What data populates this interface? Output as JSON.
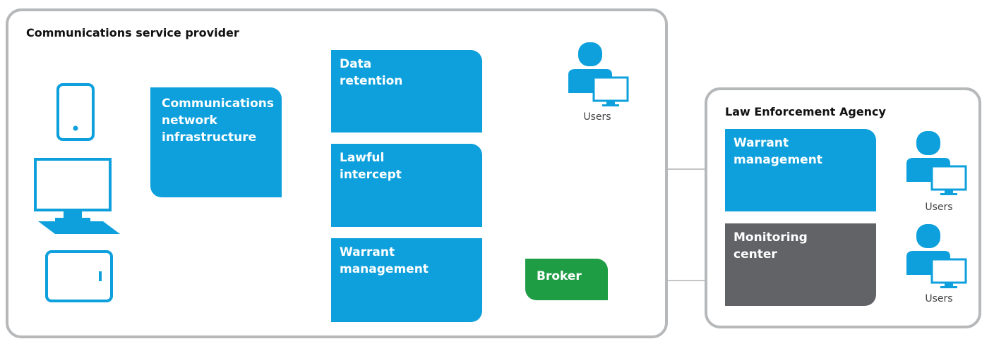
{
  "csp_panel": {
    "title": "Communications service provider",
    "network": "Communications\nnetwork\ninfrastructure",
    "data_retention": "Data\nretention",
    "lawful_intercept": "Lawful\nintercept",
    "warrant_management": "Warrant\nmanagement",
    "broker": "Broker",
    "users": "Users"
  },
  "lea_panel": {
    "title": "Law Enforcement Agency",
    "warrant_management": "Warrant\nmanagement",
    "monitoring_center": "Monitoring\ncenter",
    "users_top": "Users",
    "users_bottom": "Users"
  },
  "devices": [
    "tablet-icon",
    "desktop-computer-icon",
    "tablet-landscape-icon"
  ],
  "colors": {
    "blue": "#0da0dc",
    "green": "#1e9d45",
    "grey": "#626367",
    "panel_border": "#b6b8ba",
    "line": "#b0b2b4"
  }
}
